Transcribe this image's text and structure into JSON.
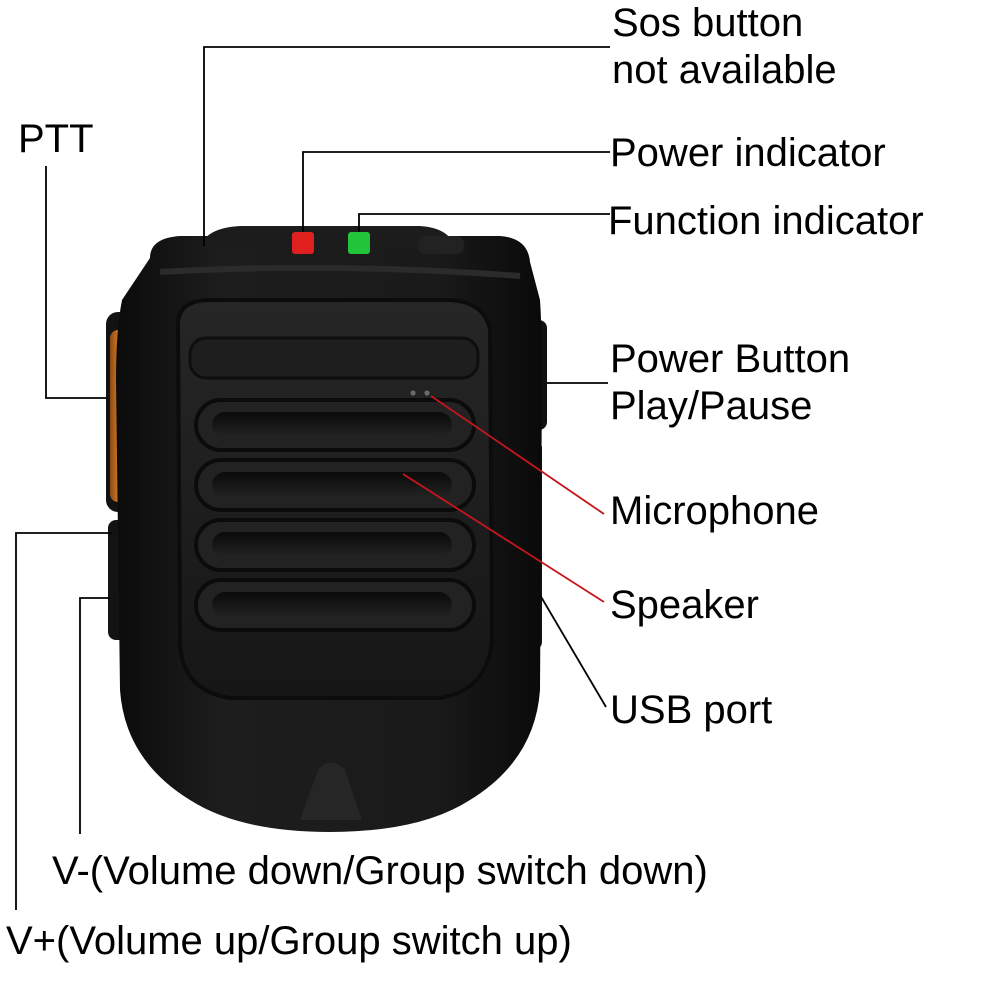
{
  "labels": {
    "sos_line1": "Sos button",
    "sos_line2": "not available",
    "ptt": "PTT",
    "power_indicator": "Power indicator",
    "function_indicator": "Function indicator",
    "power_button_line1": "Power Button",
    "power_button_line2": "Play/Pause",
    "microphone": "Microphone",
    "speaker": "Speaker",
    "usb_port": "USB port",
    "volume_down": "V-(Volume down/Group switch down)",
    "volume_up": "V+(Volume up/Group switch up)"
  },
  "colors": {
    "body": "#151515",
    "leader_black": "#000000",
    "leader_red": "#c4161c",
    "led_red": "#e0201e",
    "led_green": "#22c43a",
    "ptt_orange": "#e9872a"
  }
}
